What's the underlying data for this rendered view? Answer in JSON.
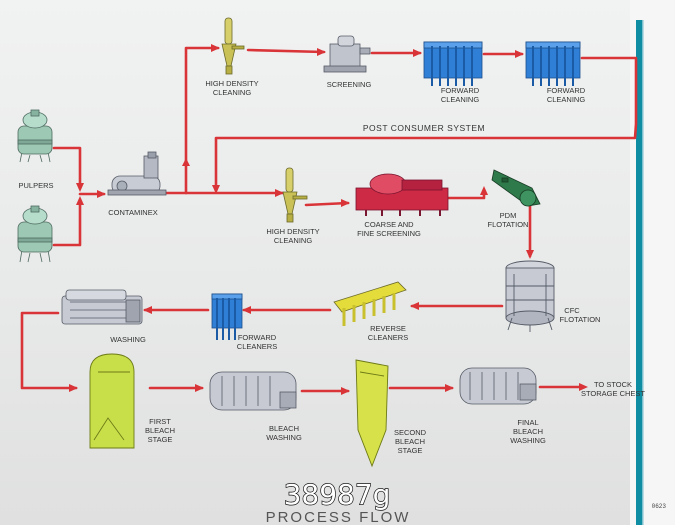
{
  "units": {
    "pulper_top": "PULPERS",
    "contaminex": "CONTAMINEX",
    "hd_top_1": "HIGH DENSITY",
    "hd_top_2": "CLEANING",
    "screening": "SCREENING",
    "fwd1_1": "FORWARD",
    "fwd1_2": "CLEANING",
    "fwd2_1": "FORWARD",
    "fwd2_2": "CLEANING",
    "hd_mid_1": "HIGH DENSITY",
    "hd_mid_2": "CLEANING",
    "coarse_1": "COARSE AND",
    "coarse_2": "FINE SCREENING",
    "pdm_1": "PDM",
    "pdm_2": "FLOTATION",
    "cfc_1": "CFC",
    "cfc_2": "FLOTATION",
    "reverse_1": "REVERSE",
    "reverse_2": "CLEANERS",
    "fwdc_1": "FORWARD",
    "fwdc_2": "CLEANERS",
    "washing": "WASHING",
    "first_1": "FIRST",
    "first_2": "BLEACH",
    "first_3": "STAGE",
    "bw_1": "BLEACH",
    "bw_2": "WASHING",
    "second_1": "SECOND",
    "second_2": "BLEACH",
    "second_3": "STAGE",
    "final_1": "FINAL",
    "final_2": "BLEACH",
    "final_3": "WASHING",
    "stock_1": "TO STOCK",
    "stock_2": "STORAGE CHEST"
  },
  "post_consumer": "POST CONSUMER SYSTEM",
  "footer_title": "PROCESS FLOW",
  "sheet_code": "0623",
  "watermark": "38987g",
  "colors": {
    "flow_line": "#d93438",
    "cleaner_blue": "#2f7fd6",
    "pulper_green": "#9cc8b4",
    "stage_yellow": "#c9df4a",
    "screen_red": "#cc2a45",
    "pdm_green": "#2f7a4a",
    "machine_gray": "#c7cad3",
    "teal_edge": "#0f8da2"
  }
}
